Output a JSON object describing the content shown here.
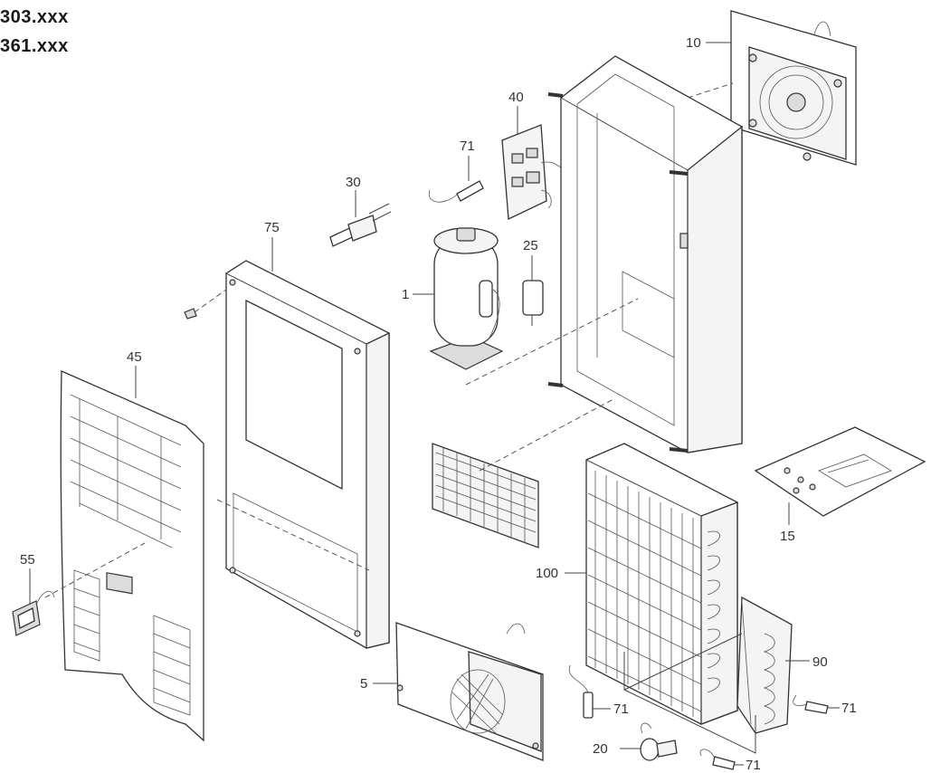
{
  "models": [
    "303.xxx",
    "361.xxx"
  ],
  "callouts": {
    "c10": "10",
    "c40": "40",
    "c71a": "71",
    "c30": "30",
    "c75": "75",
    "c25": "25",
    "c1": "1",
    "c45": "45",
    "c15": "15",
    "c55": "55",
    "c100": "100",
    "c90": "90",
    "c5": "5",
    "c71b": "71",
    "c71c": "71",
    "c20": "20",
    "c71d": "71"
  }
}
